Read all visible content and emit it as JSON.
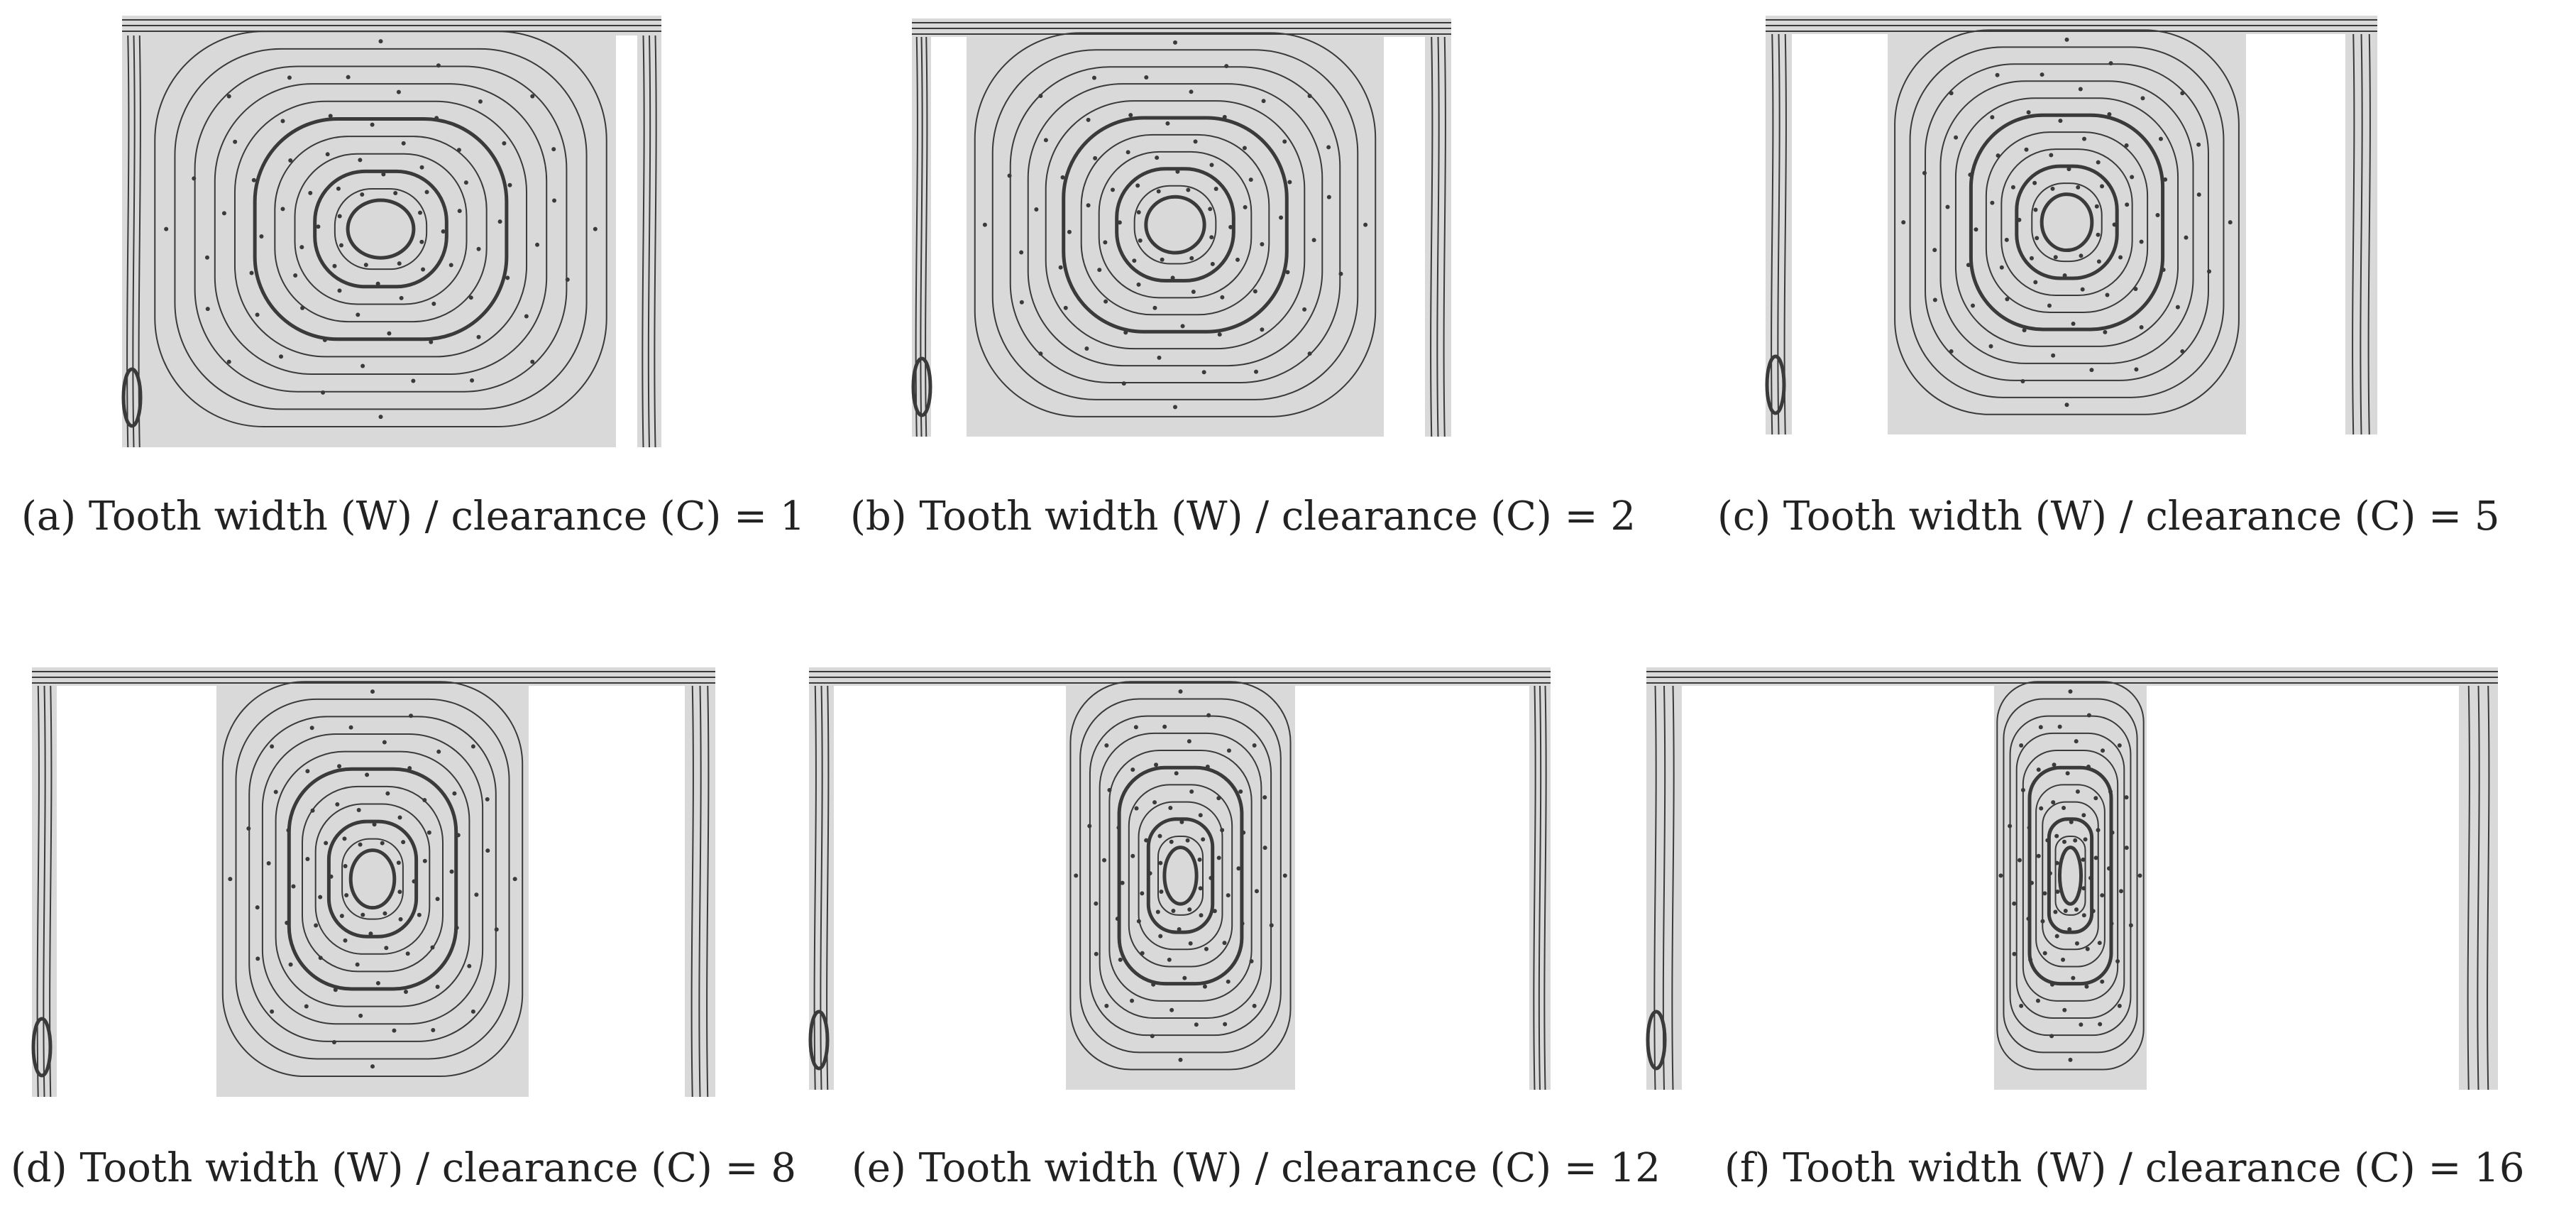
{
  "figure": {
    "colors": {
      "fluid": "#d9d9d9",
      "streamline": "#3a3a3a",
      "background": "#ffffff",
      "caption": "#222222"
    },
    "panels": [
      {
        "id": "a",
        "caption": "(a) Tooth width (W) / clearance (C) = 1",
        "ratio": 1
      },
      {
        "id": "b",
        "caption": "(b) Tooth width (W) / clearance (C) = 2",
        "ratio": 2
      },
      {
        "id": "c",
        "caption": "(c) Tooth width (W) / clearance (C) = 5",
        "ratio": 5
      },
      {
        "id": "d",
        "caption": "(d) Tooth width (W) / clearance (C) = 8",
        "ratio": 8
      },
      {
        "id": "e",
        "caption": "(e) Tooth width (W) / clearance (C) = 12",
        "ratio": 12
      },
      {
        "id": "f",
        "caption": "(f) Tooth width (W) / clearance (C) = 16",
        "ratio": 16
      }
    ]
  }
}
